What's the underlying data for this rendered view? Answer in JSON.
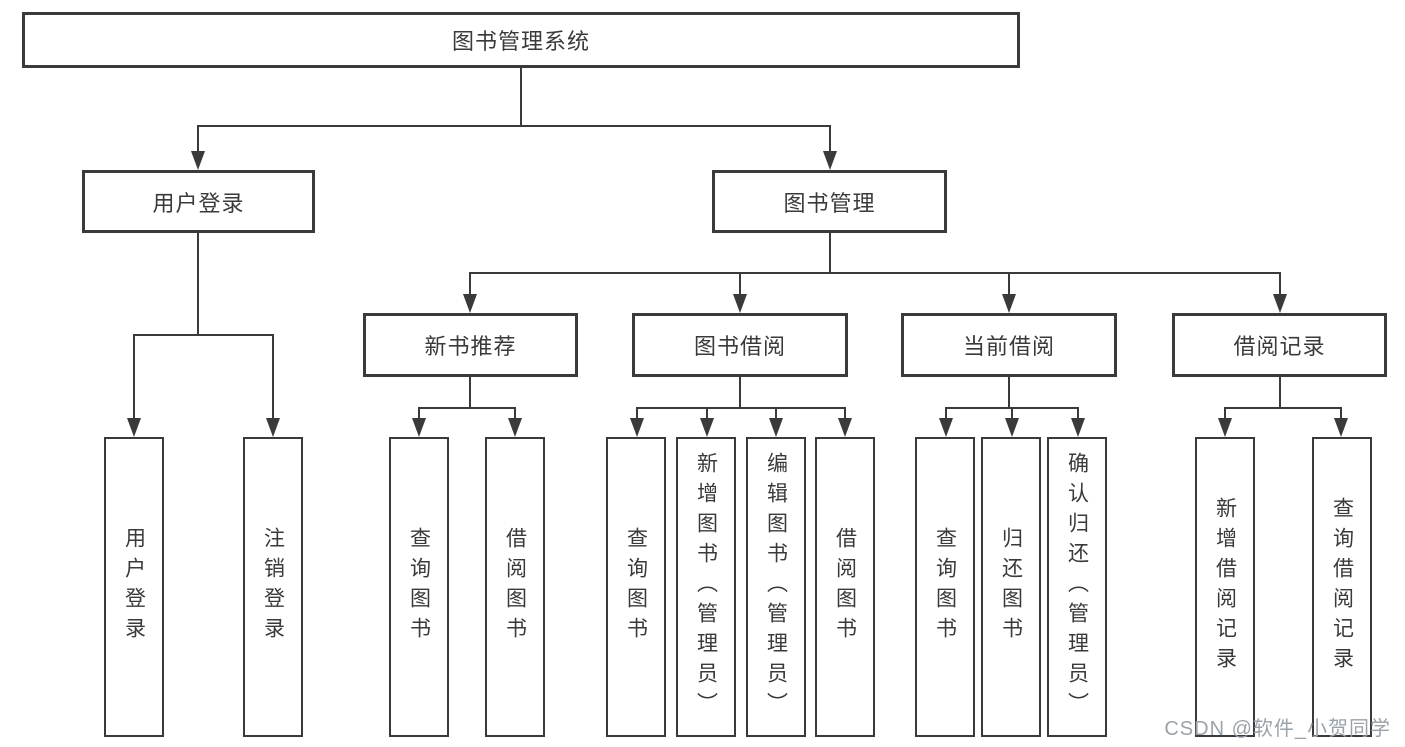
{
  "nodes": {
    "root": "图书管理系统",
    "user_login": "用户登录",
    "book_management": "图书管理",
    "new_book_recommend": "新书推荐",
    "book_borrowing": "图书借阅",
    "current_borrowing": "当前借阅",
    "borrowing_records": "借阅记录",
    "leaf_user_login": "用户登录",
    "leaf_logout": "注销登录",
    "leaf_nbr_query_books": "查询图书",
    "leaf_nbr_borrow_books": "借阅图书",
    "leaf_bb_query_books": "查询图书",
    "leaf_bb_add_books_admin": "新增图书（管理员）",
    "leaf_bb_edit_books_admin": "编辑图书（管理员）",
    "leaf_bb_borrow_books": "借阅图书",
    "leaf_cb_query_books": "查询图书",
    "leaf_cb_return_books": "归还图书",
    "leaf_cb_confirm_return_admin": "确认归还（管理员）",
    "leaf_br_add_record": "新增借阅记录",
    "leaf_br_query_record": "查询借阅记录"
  },
  "watermark": "CSDN @软件_小贺同学",
  "colors": {
    "line": "#3a3a3a",
    "box_border": "#3a3a3a",
    "text": "#3a3a3a",
    "watermark": "#9aa2ab",
    "background": "#ffffff"
  }
}
